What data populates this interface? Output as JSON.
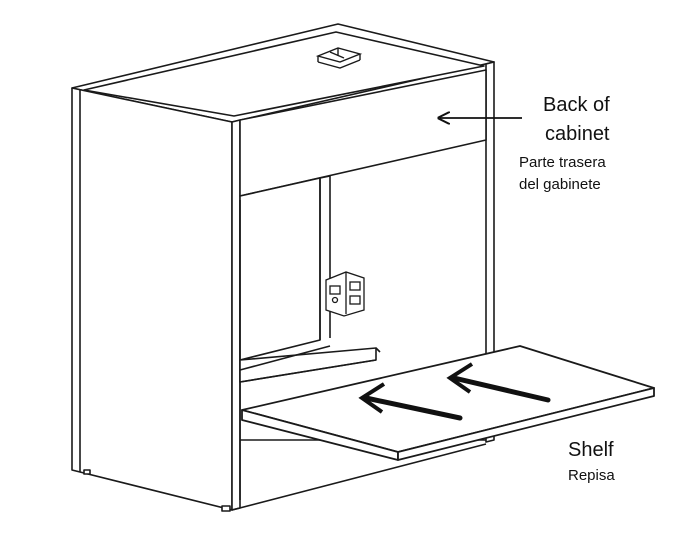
{
  "labels": {
    "back_line1": "Back of",
    "back_line2": "cabinet",
    "back_es_line1": "Parte trasera",
    "back_es_line2": "del gabinete",
    "shelf_en": "Shelf",
    "shelf_es": "Repisa"
  },
  "icons": {
    "back_arrow": "arrow-left-icon",
    "shelf_arrows": "arrow-up-left-icon",
    "bracket": "shelf-bracket-icon",
    "clip": "shelf-clip-icon"
  },
  "colors": {
    "line": "#1a1a1a",
    "paper": "#ffffff"
  }
}
